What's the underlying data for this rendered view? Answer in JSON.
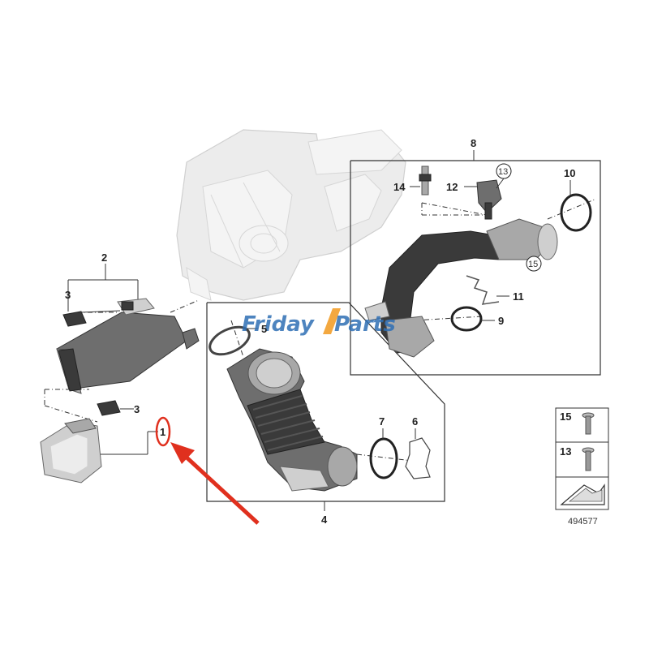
{
  "diagram": {
    "callouts": {
      "c1": "1",
      "c2": "2",
      "c3a": "3",
      "c3b": "3",
      "c4": "4",
      "c5": "5",
      "c6": "6",
      "c7": "7",
      "c8": "8",
      "c9": "9",
      "c10": "10",
      "c11": "11",
      "c12": "12",
      "c13": "13",
      "c14": "14",
      "c15": "15"
    },
    "legend": {
      "item15": "15",
      "item13": "13"
    },
    "part_number": "494577",
    "watermark": {
      "part1": "Friday",
      "part2": "Parts"
    },
    "colors": {
      "highlight": "#e0301e",
      "watermark_blue": "#2f6fb5",
      "watermark_orange": "#f29a1f"
    }
  }
}
